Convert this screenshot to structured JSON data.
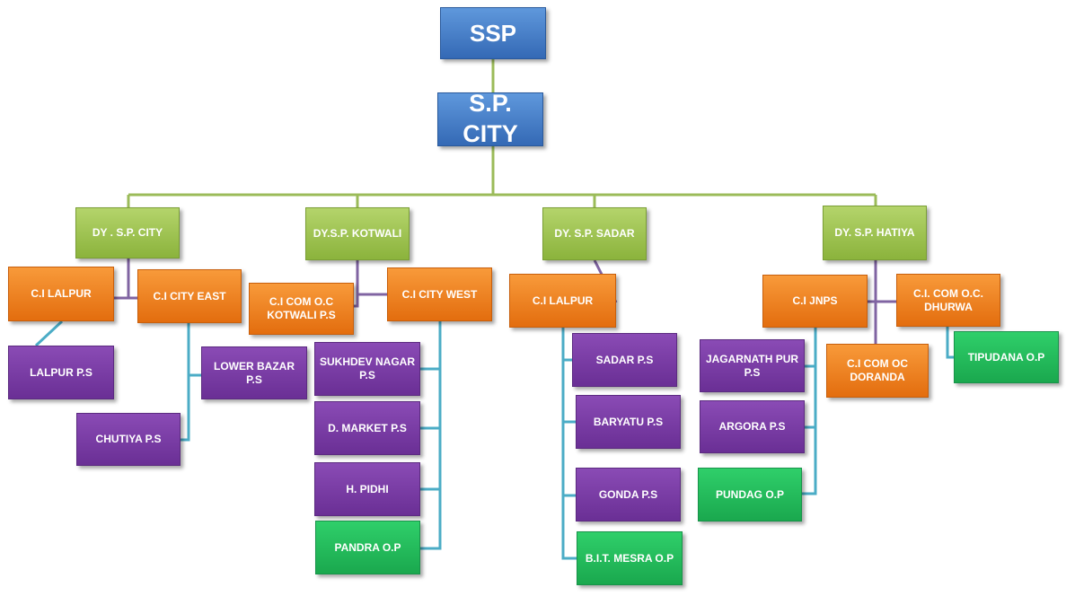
{
  "top": {
    "ssp": "SSP",
    "sp_city": "S.P. CITY"
  },
  "dsp": {
    "city": "DY . S.P. CITY",
    "kotwali": "DY.S.P. KOTWALI",
    "sadar": "DY. S.P. SADAR",
    "hatiya": "DY. S.P. HATIYA"
  },
  "city_group": {
    "ci_lalpur": "C.I  LALPUR",
    "ci_city_east": "C.I  CITY  EAST",
    "lalpur_ps": "LALPUR  P.S",
    "lower_bazar_ps": "LOWER BAZAR P.S",
    "chutiya_ps": "CHUTIYA  P.S"
  },
  "kotwali_group": {
    "ci_com_oc_kotwali": "C.I  COM O.C KOTWALI P.S",
    "ci_city_west": "C.I  CITY WEST",
    "sukhdev_nagar_ps": "SUKHDEV NAGAR P.S",
    "d_market_ps": "D. MARKET P.S",
    "h_pidhi": "H. PIDHI",
    "pandra_op": "PANDRA O.P"
  },
  "sadar_group": {
    "ci_lalpur": "C.I  LALPUR",
    "sadar_ps": "SADAR P.S",
    "baryatu_ps": "BARYATU  P.S",
    "gonda_ps": "GONDA  P.S",
    "bit_mesra_op": "B.I.T.  MESRA  O.P"
  },
  "hatiya_group": {
    "ci_jnps": "C.I  JNPS",
    "ci_com_oc_dhurwa": "C.I. COM O.C. DHURWA",
    "jagarnath_pur_ps": "JAGARNATH PUR P.S",
    "ci_com_oc_doranda": "C.I  COM  OC DORANDA",
    "tipudana_op": "TIPUDANA O.P",
    "argora_ps": "ARGORA P.S",
    "pundag_op": "PUNDAG  O.P"
  }
}
